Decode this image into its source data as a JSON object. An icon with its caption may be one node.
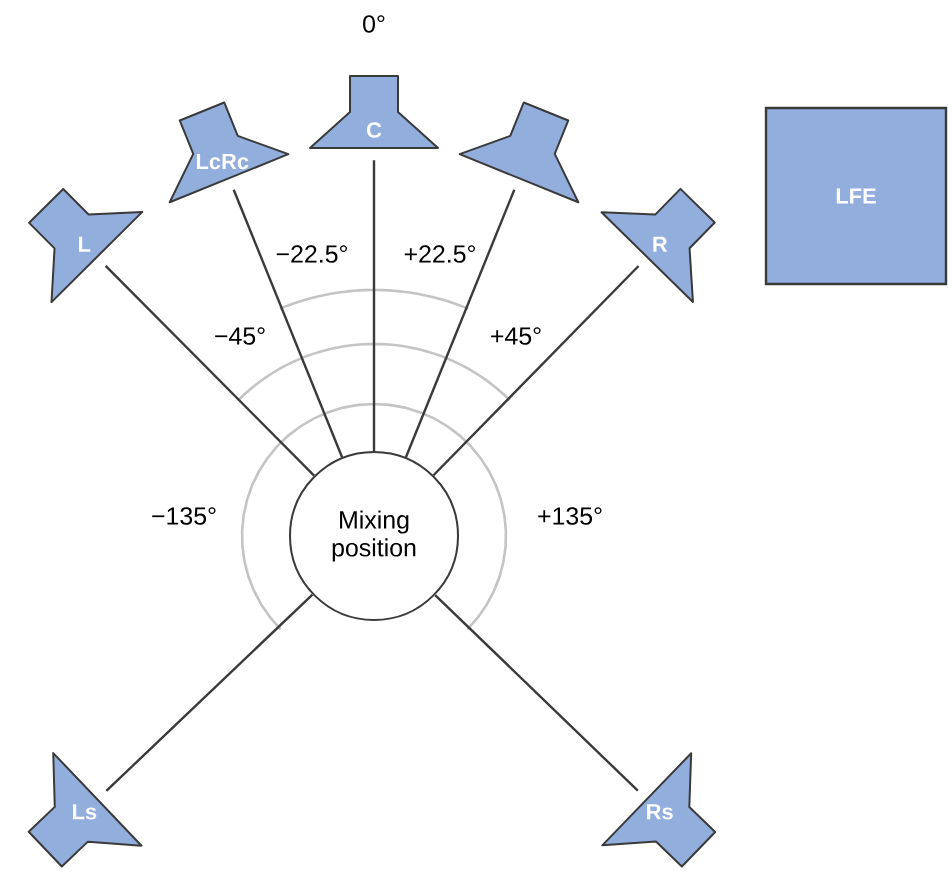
{
  "diagram": {
    "nodes": [
      {
        "text": [
          "Mixing position"
        ]
      },
      {
        "text": [
          "L"
        ]
      },
      {
        "text": [
          "LcRc"
        ]
      },
      {
        "text": [
          "C"
        ]
      },
      {
        "text": [],
        "shape": "speaker"
      },
      {
        "text": [
          "R"
        ]
      },
      {
        "text": [
          "LFE"
        ]
      },
      {
        "text": [
          "Ls"
        ]
      },
      {
        "text": [
          "Rs"
        ]
      }
    ],
    "edges": [
      {
        "from": 0,
        "to": 1,
        "arrow": "none"
      },
      {
        "from": 0,
        "to": 2,
        "arrow": "none"
      },
      {
        "from": 0,
        "to": 3,
        "arrow": "none"
      },
      {
        "from": 0,
        "to": 4,
        "arrow": "none"
      },
      {
        "from": 0,
        "to": 5,
        "arrow": "none"
      },
      {
        "from": 0,
        "to": 7,
        "arrow": "none"
      },
      {
        "from": 0,
        "to": 8,
        "arrow": "none"
      }
    ],
    "labels": [
      "0°",
      "−22.5°",
      "+22.5°",
      "−45°",
      "+45°",
      "−135°",
      "+135°"
    ]
  }
}
